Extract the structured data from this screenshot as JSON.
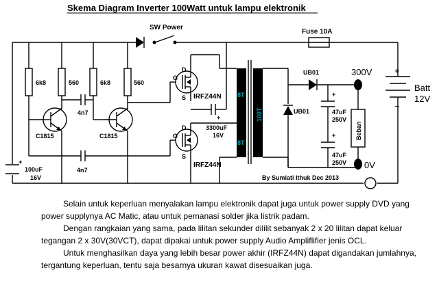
{
  "title": "Skema Diagram Inverter 100Watt untuk lampu elektronik",
  "labels": {
    "sw_power": "SW Power",
    "fuse": "Fuse 10A",
    "r1": "6k8",
    "r2": "560",
    "r3": "6k8",
    "r4": "560",
    "c_top": "4n7",
    "c_bottom": "4n7",
    "q1": "C1815",
    "q2": "C1815",
    "c_bat_value": "100uF",
    "c_bat_voltage": "16V",
    "mosfet_top": "IRFZ44N",
    "mosfet_bottom": "IRFZ44N",
    "gate": "G",
    "drain": "D",
    "source": "S",
    "c_main_value": "3300uF",
    "c_main_voltage": "16V",
    "prim_top": "8T",
    "prim_bottom": "8T",
    "secondary": "100T",
    "diode1": "UB01",
    "diode2": "UB01",
    "c_out1_value": "47uF",
    "c_out1_voltage": "250V",
    "c_out2_value": "47uF",
    "c_out2_voltage": "250V",
    "load": "Beban",
    "v_out": "300V",
    "v_zero": "0V",
    "batt": "Batt",
    "batt_voltage": "12V",
    "plus": "+",
    "minus": "−",
    "credit": "By Sumiati Ithuk Dec  2013"
  },
  "description": [
    "Selain untuk keperluan menyalakan lampu elektronik dapat juga untuk power supply DVD yang power supplynya AC Matic, atau untuk pemanasi solder jika listrik padam.",
    "Dengan rangkaian yang sama, pada lilitan sekunder dililit sebanyak 2 x 20 lilitan dapat keluar tegangan 2 x 30V(30VCT), dapat dipakai untuk power supply Audio Ampliflifier jenis OCL.",
    "Untuk menghasilkan daya yang lebih besar power akhir (IRFZ44N) dapat digandakan jumlahnya, tergantung keperluan, tentu saja besarnya ukuran kawat disesuaikan juga."
  ]
}
